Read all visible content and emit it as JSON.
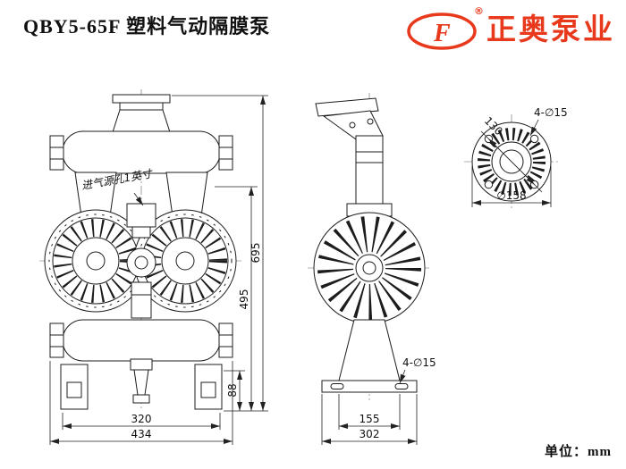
{
  "page": {
    "title": "QBY5-65F 塑料气动隔膜泵",
    "unit_label": "单位：mm"
  },
  "logo": {
    "brand_text": "正奥泵业",
    "registered_mark": "®",
    "monogram": "F",
    "accent_color": "#e8391c"
  },
  "front_view": {
    "air_inlet_label": "进气源孔1英寸",
    "dims": {
      "width_inner": "320",
      "width_outer": "434",
      "base_height": "88",
      "body_height": "495",
      "total_height": "695"
    }
  },
  "side_view": {
    "bolt_note": "4-∅15",
    "dims": {
      "foot_width": "155",
      "base_width": "302"
    }
  },
  "top_view": {
    "bolt_note": "4-∅15",
    "bolt_circle": "130",
    "flange_diameter": "∅158"
  }
}
